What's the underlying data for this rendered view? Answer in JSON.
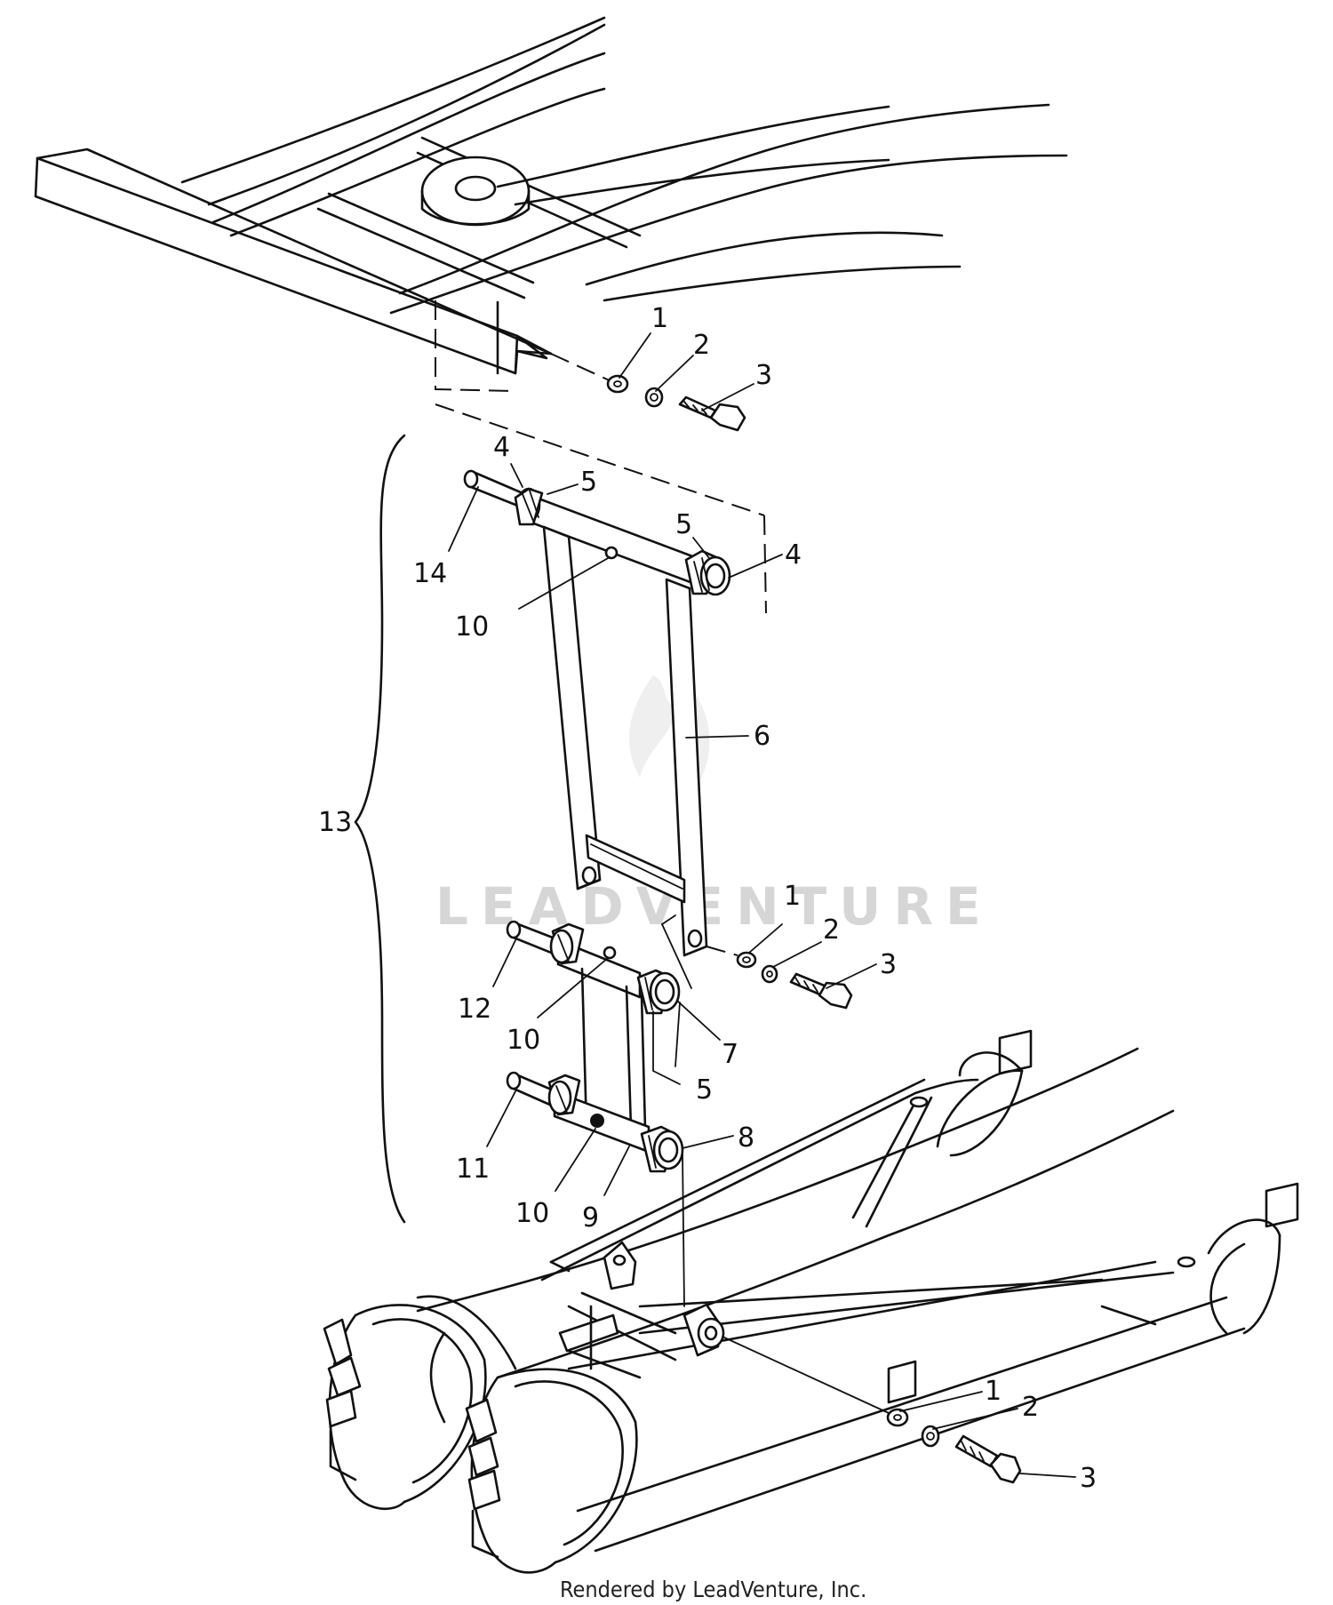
{
  "diagram": {
    "watermark": "LEADVENTURE",
    "footer": "Rendered by LeadVenture, Inc.",
    "callouts": [
      {
        "id": "c1a",
        "text": "1"
      },
      {
        "id": "c2a",
        "text": "2"
      },
      {
        "id": "c3a",
        "text": "3"
      },
      {
        "id": "c4a",
        "text": "4"
      },
      {
        "id": "c5a",
        "text": "5"
      },
      {
        "id": "c5b",
        "text": "5"
      },
      {
        "id": "c4b",
        "text": "4"
      },
      {
        "id": "c14",
        "text": "14"
      },
      {
        "id": "c10a",
        "text": "10"
      },
      {
        "id": "c6",
        "text": "6"
      },
      {
        "id": "c13",
        "text": "13"
      },
      {
        "id": "c1b",
        "text": "1"
      },
      {
        "id": "c2b",
        "text": "2"
      },
      {
        "id": "c3b",
        "text": "3"
      },
      {
        "id": "c12",
        "text": "12"
      },
      {
        "id": "c10b",
        "text": "10"
      },
      {
        "id": "c7",
        "text": "7"
      },
      {
        "id": "c5c",
        "text": "5"
      },
      {
        "id": "c8",
        "text": "8"
      },
      {
        "id": "c11",
        "text": "11"
      },
      {
        "id": "c10c",
        "text": "10"
      },
      {
        "id": "c9",
        "text": "9"
      },
      {
        "id": "c1c",
        "text": "1"
      },
      {
        "id": "c2c",
        "text": "2"
      },
      {
        "id": "c3c",
        "text": "3"
      }
    ]
  }
}
